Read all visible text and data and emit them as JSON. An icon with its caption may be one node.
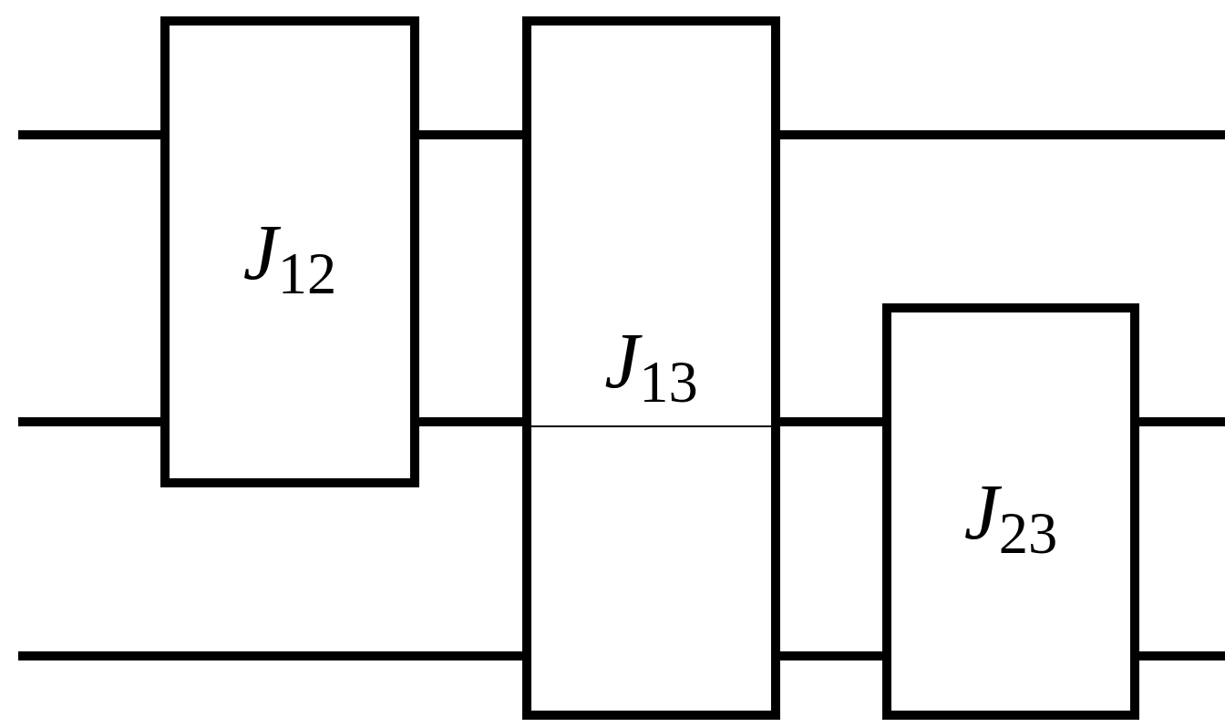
{
  "diagram": {
    "nodes": [
      {
        "text": [
          "*J*$_{12}$"
        ]
      },
      {
        "text": [
          "*J*$_{13}$"
        ]
      },
      {
        "text": [
          "*J*$_{23}$"
        ]
      }
    ],
    "edges": [
      {
        "from": null,
        "to": 0,
        "arrow": "none"
      },
      {
        "from": 0,
        "to": 1,
        "arrow": "none"
      },
      {
        "from": 1,
        "to": null,
        "arrow": "none"
      },
      {
        "from": null,
        "to": 0,
        "arrow": "none"
      },
      {
        "from": 0,
        "to": 1,
        "arrow": "none"
      },
      {
        "from": 1,
        "to": 2,
        "arrow": "none"
      },
      {
        "from": 2,
        "to": null,
        "arrow": "none"
      },
      {
        "from": null,
        "to": 1,
        "arrow": "none"
      },
      {
        "from": 1,
        "to": 2,
        "arrow": "none"
      },
      {
        "from": 2,
        "to": null,
        "arrow": "none"
      }
    ]
  }
}
